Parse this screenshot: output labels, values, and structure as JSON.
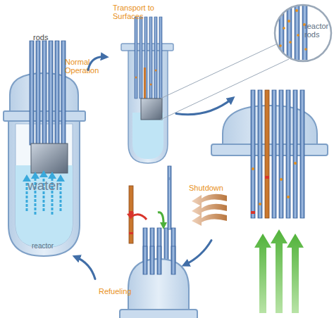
{
  "diagram": {
    "nodes": [
      {
        "text": [
          "rods",
          "Normal Operation",
          "water",
          "reactor"
        ]
      },
      {
        "text": [
          "Transport to Surfaces"
        ]
      },
      {
        "text": [
          "reactor rods"
        ]
      },
      {
        "text": [
          "Shutdown"
        ]
      },
      {
        "text": [
          "Refueling"
        ]
      }
    ],
    "edges": [
      {
        "from": 0,
        "to": 1,
        "arrow": "to"
      },
      {
        "from": 1,
        "to": 3,
        "arrow": "to"
      },
      {
        "from": 3,
        "to": 4,
        "arrow": "to"
      },
      {
        "from": 4,
        "to": 0,
        "arrow": "to"
      }
    ]
  }
}
